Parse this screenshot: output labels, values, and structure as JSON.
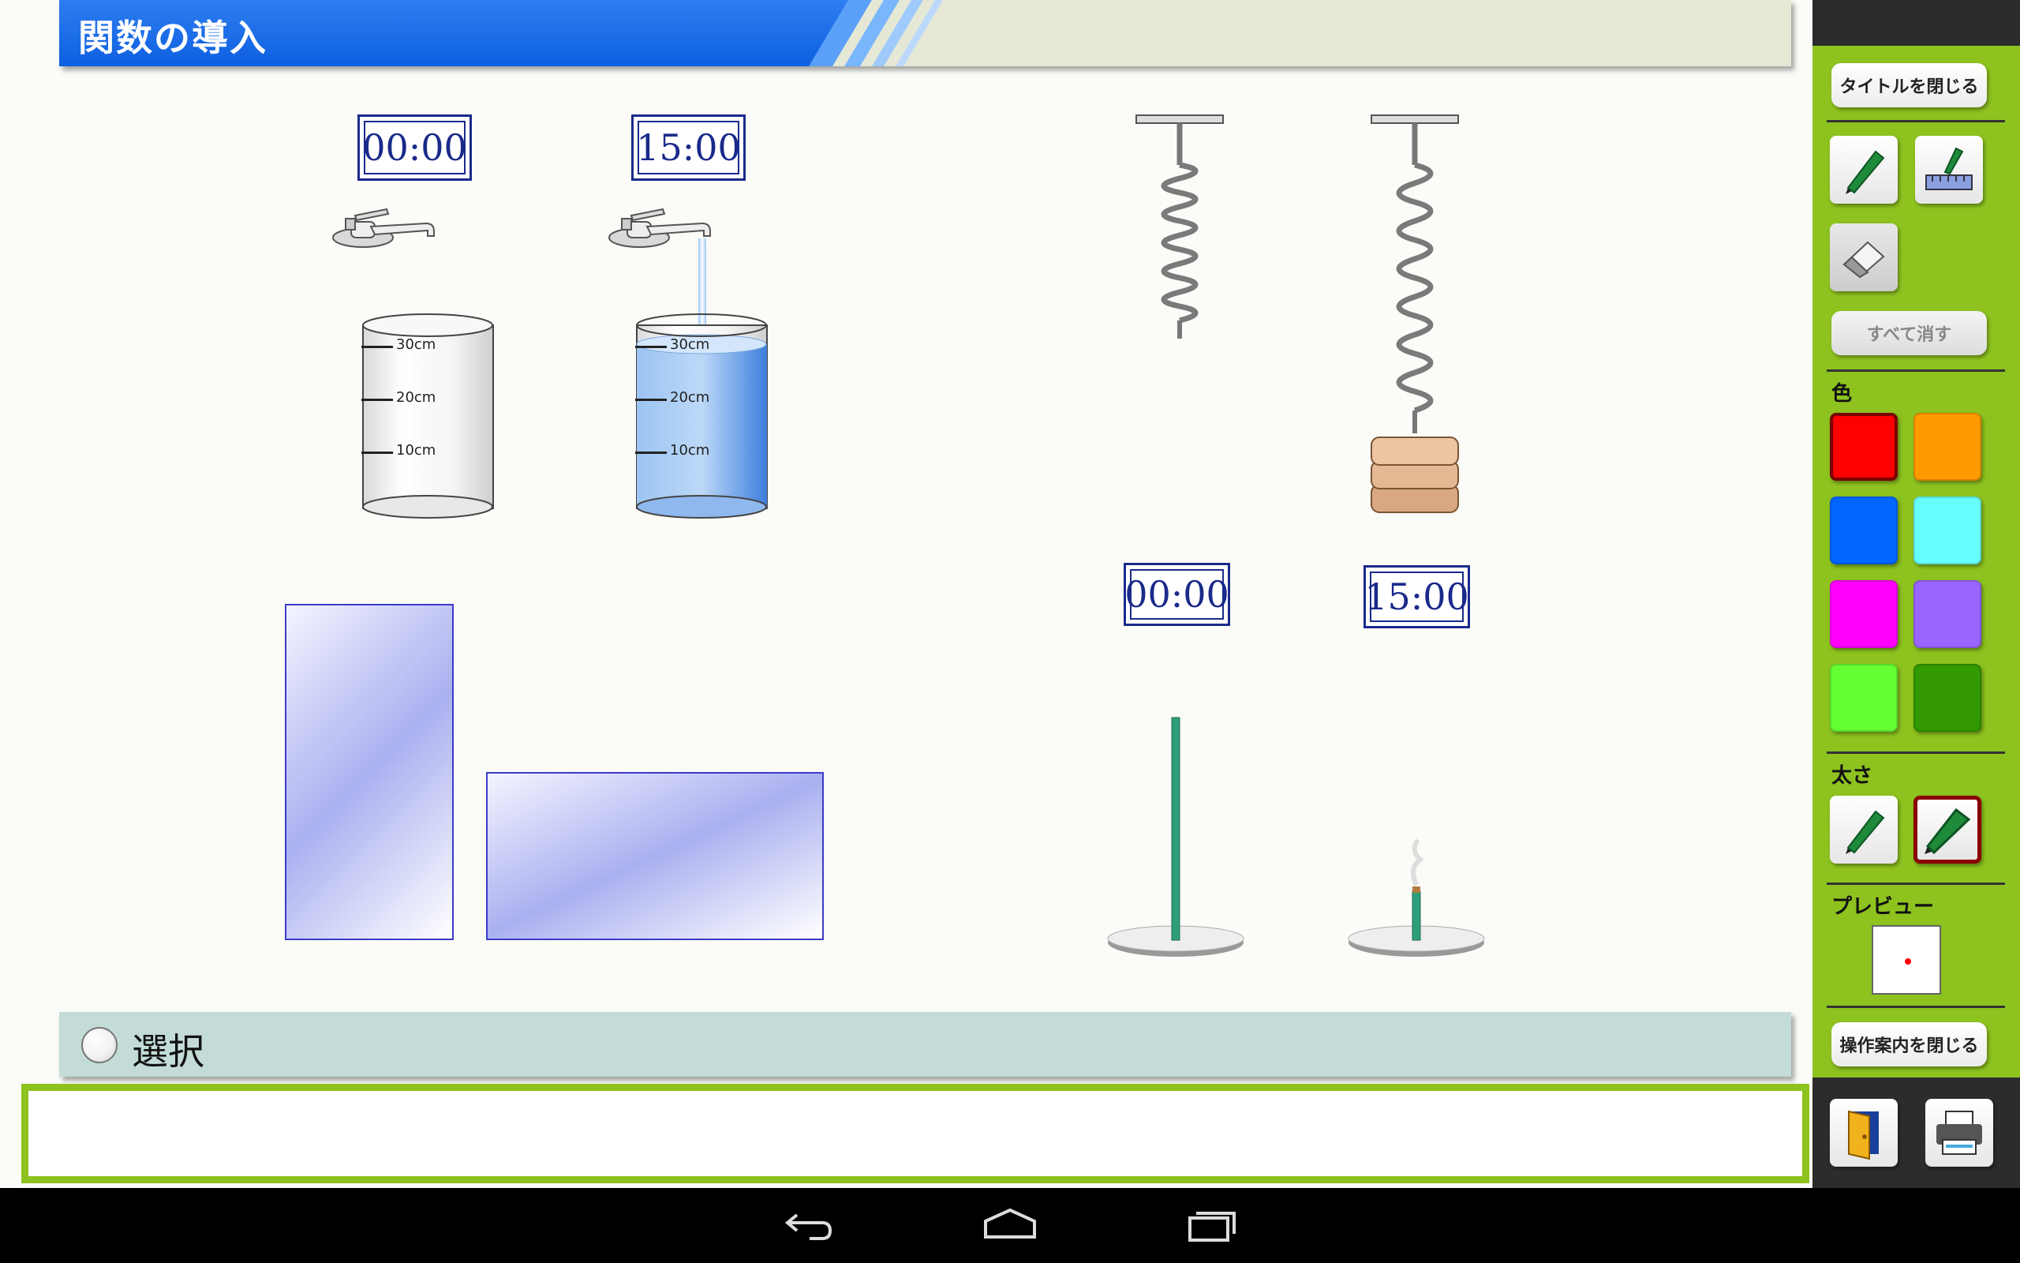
{
  "header": {
    "title": "関数の導入"
  },
  "experiments": {
    "faucet_timer_start": "00:00",
    "faucet_timer_end": "15:00",
    "beaker_marks": [
      "30cm",
      "20cm",
      "10cm"
    ],
    "incense_timer_start": "00:00",
    "incense_timer_end": "15:00"
  },
  "select_bar": {
    "label": "選択"
  },
  "notes": {
    "text": ""
  },
  "panel": {
    "close_title_label": "タイトルを閉じる",
    "clear_all_label": "すべて消す",
    "color_label": "色",
    "thickness_label": "太さ",
    "preview_label": "プレビュー",
    "close_guide_label": "操作案内を閉じる",
    "colors": [
      "#ff0000",
      "#ff9900",
      "#0066ff",
      "#66ffff",
      "#ff00ff",
      "#9966ff",
      "#66ff33",
      "#339900"
    ],
    "selected_color": "#ff0000",
    "preview_dot_color": "#ff0000"
  }
}
